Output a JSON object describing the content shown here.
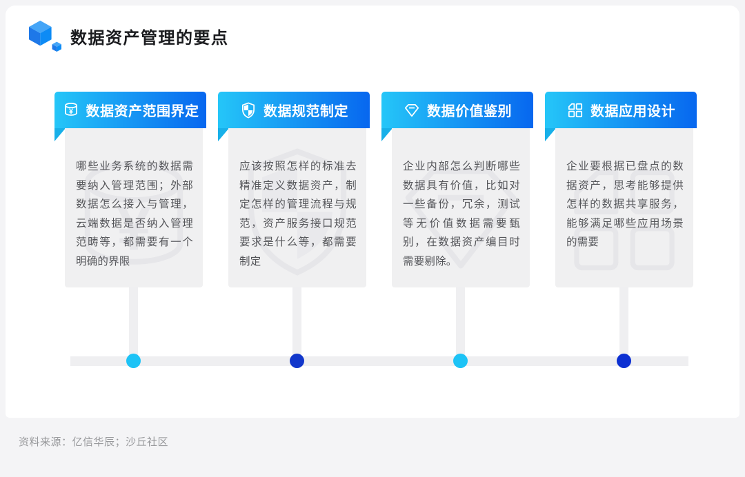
{
  "page": {
    "title": "数据资产管理的要点",
    "footer": "资料来源：亿信华辰；沙丘社区"
  },
  "colors": {
    "accent_cyan": "#25C6F8",
    "accent_blue": "#0767EF",
    "fold": "#17B0E9",
    "card_body_bg": "#F0F0F1",
    "track": "#EFEFF1",
    "dot_cyan": "#1DC3F6",
    "dot_blue": "#1237CB",
    "dot_blue_dark": "#0C30D2"
  },
  "cards": [
    {
      "icon": "data-coins-icon",
      "title": "数据资产范围界定",
      "body": "哪些业务系统的数据需要纳入管理范围；外部数据怎么接入与管理，云端数据是否纳入管理范畴等，都需要有一个明确的界限",
      "dot_color": "#1DC3F6"
    },
    {
      "icon": "shield-icon",
      "title": "数据规范制定",
      "body": "应该按照怎样的标准去精准定义数据资产，制定怎样的管理流程与规范，资产服务接口规范要求是什么等，都需要制定",
      "dot_color": "#1237CB"
    },
    {
      "icon": "gem-icon",
      "title": "数据价值鉴别",
      "body": "企业内部怎么判断哪些数据具有价值，比如对一些备份，冗余，测试等无价值数据需要甄别，在数据资产编目时需要剔除。",
      "dot_color": "#1DC3F6"
    },
    {
      "icon": "app-grid-icon",
      "title": "数据应用设计",
      "body": "企业要根据已盘点的数据资产，思考能够提供怎样的数据共享服务，能够满足哪些应用场景的需要",
      "dot_color": "#0C30D2"
    }
  ]
}
